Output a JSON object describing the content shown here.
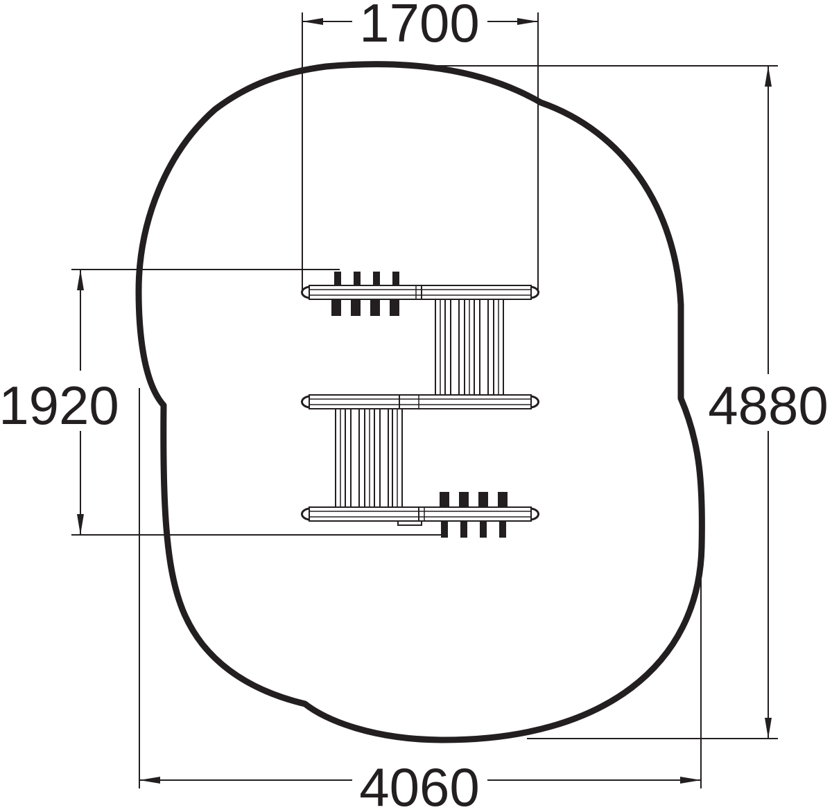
{
  "diagram": {
    "dimensions": {
      "top_width": "1700",
      "left_height": "1920",
      "right_height": "4880",
      "bottom_width": "4060"
    },
    "colors": {
      "line": "#231f20",
      "background": "#ffffff"
    }
  }
}
